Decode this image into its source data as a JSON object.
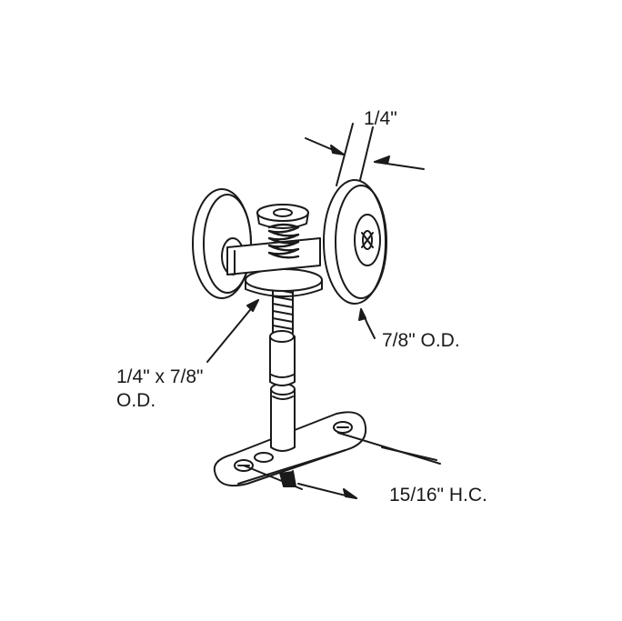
{
  "labels": {
    "wheel_width": "1/4\"",
    "wheel_od": "7/8\" O.D.",
    "axle_line1": "1/4\" x 7/8\"",
    "axle_line2": "O.D.",
    "hole_centers": "15/16\" H.C."
  },
  "colors": {
    "ink": "#1a1a1a",
    "background": "#ffffff"
  }
}
